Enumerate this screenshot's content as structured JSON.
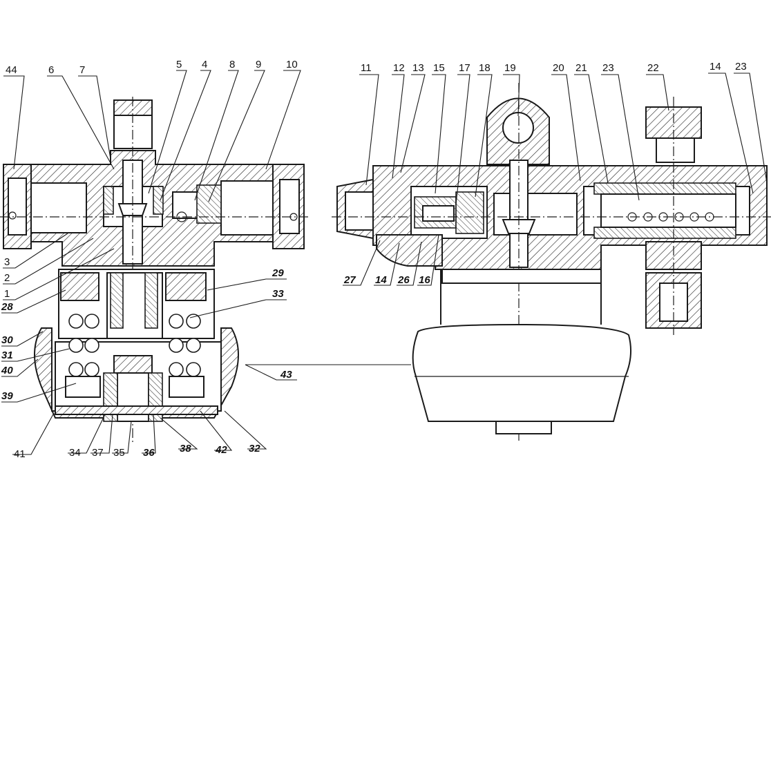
{
  "left_view": {
    "callouts_top": [
      "44",
      "6",
      "7",
      "5",
      "4",
      "8",
      "9",
      "10"
    ],
    "callouts_left": [
      "3",
      "2",
      "1",
      "28",
      "30",
      "31",
      "40",
      "39"
    ],
    "callouts_right": [
      "29",
      "33",
      "43"
    ],
    "callouts_bottom": [
      "41",
      "34",
      "37",
      "35",
      "36",
      "38",
      "42",
      "32"
    ]
  },
  "right_view": {
    "callouts_top": [
      "11",
      "12",
      "13",
      "15",
      "17",
      "18",
      "19",
      "20",
      "21",
      "23",
      "22",
      "14",
      "23"
    ],
    "callouts_bottom": [
      "27",
      "14",
      "26",
      "16"
    ]
  }
}
